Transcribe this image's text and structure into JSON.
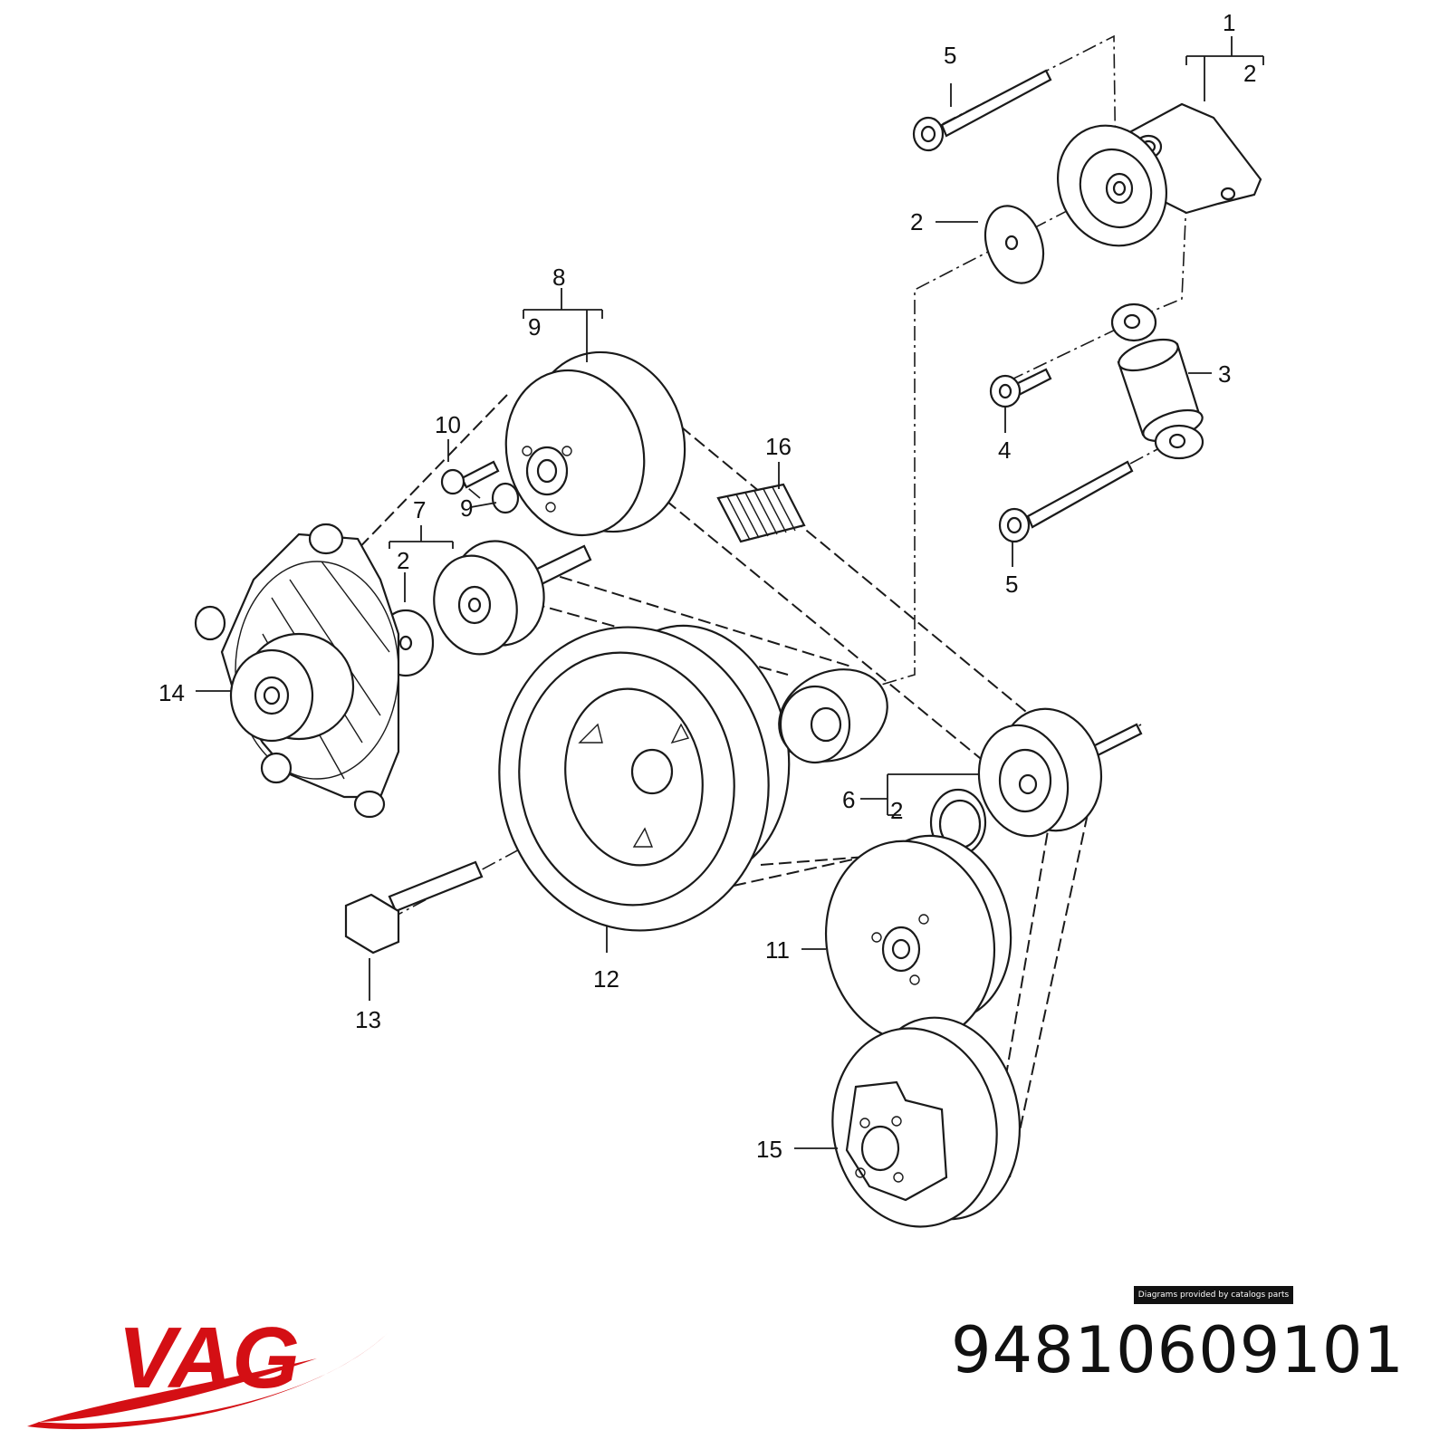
{
  "diagram": {
    "callouts": [
      {
        "id": "c1",
        "text": "1"
      },
      {
        "id": "c2a",
        "text": "2"
      },
      {
        "id": "c5a",
        "text": "5"
      },
      {
        "id": "c2b",
        "text": "2"
      },
      {
        "id": "c8",
        "text": "8"
      },
      {
        "id": "c9a",
        "text": "9"
      },
      {
        "id": "c3",
        "text": "3"
      },
      {
        "id": "c4",
        "text": "4"
      },
      {
        "id": "c10",
        "text": "10"
      },
      {
        "id": "c16",
        "text": "16"
      },
      {
        "id": "c9b",
        "text": "9"
      },
      {
        "id": "c7",
        "text": "7"
      },
      {
        "id": "c2c",
        "text": "2"
      },
      {
        "id": "c5b",
        "text": "5"
      },
      {
        "id": "c14",
        "text": "14"
      },
      {
        "id": "c6",
        "text": "6"
      },
      {
        "id": "c2d",
        "text": "2"
      },
      {
        "id": "c11",
        "text": "11"
      },
      {
        "id": "c12",
        "text": "12"
      },
      {
        "id": "c13",
        "text": "13"
      },
      {
        "id": "c15",
        "text": "15"
      }
    ]
  },
  "footer": {
    "credit": "Diagrams provided by catalogs parts",
    "part_number": "94810609101",
    "brand": "VAG",
    "brand_color": "#d40f14"
  }
}
